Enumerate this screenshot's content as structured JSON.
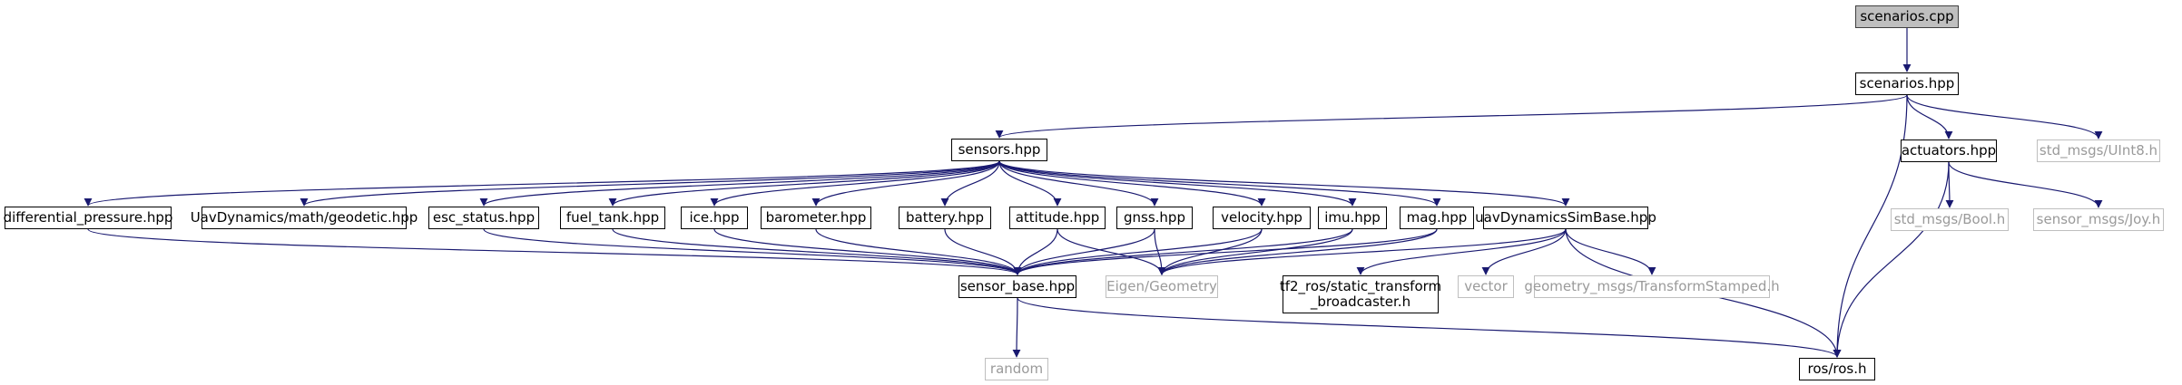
{
  "diagram": {
    "edge_color": "#191970",
    "nodes": [
      {
        "id": "scenarios_cpp",
        "label": "scenarios.cpp",
        "kind": "root"
      },
      {
        "id": "scenarios_hpp",
        "label": "scenarios.hpp",
        "kind": "file"
      },
      {
        "id": "sensors_hpp",
        "label": "sensors.hpp",
        "kind": "file"
      },
      {
        "id": "actuators_hpp",
        "label": "actuators.hpp",
        "kind": "file"
      },
      {
        "id": "std_msgs_uint8",
        "label": "std_msgs/UInt8.h",
        "kind": "external"
      },
      {
        "id": "std_msgs_bool",
        "label": "std_msgs/Bool.h",
        "kind": "external"
      },
      {
        "id": "sensor_msgs_joy",
        "label": "sensor_msgs/Joy.h",
        "kind": "external"
      },
      {
        "id": "differential_pressure",
        "label": "differential_pressure.hpp",
        "kind": "file"
      },
      {
        "id": "geodetic",
        "label": "UavDynamics/math/geodetic.hpp",
        "kind": "file"
      },
      {
        "id": "esc_status",
        "label": "esc_status.hpp",
        "kind": "file"
      },
      {
        "id": "fuel_tank",
        "label": "fuel_tank.hpp",
        "kind": "file"
      },
      {
        "id": "ice",
        "label": "ice.hpp",
        "kind": "file"
      },
      {
        "id": "barometer",
        "label": "barometer.hpp",
        "kind": "file"
      },
      {
        "id": "battery",
        "label": "battery.hpp",
        "kind": "file"
      },
      {
        "id": "attitude",
        "label": "attitude.hpp",
        "kind": "file"
      },
      {
        "id": "gnss",
        "label": "gnss.hpp",
        "kind": "file"
      },
      {
        "id": "velocity",
        "label": "velocity.hpp",
        "kind": "file"
      },
      {
        "id": "imu",
        "label": "imu.hpp",
        "kind": "file"
      },
      {
        "id": "mag",
        "label": "mag.hpp",
        "kind": "file"
      },
      {
        "id": "uav_sim_base",
        "label": "uavDynamicsSimBase.hpp",
        "kind": "file"
      },
      {
        "id": "sensor_base",
        "label": "sensor_base.hpp",
        "kind": "file"
      },
      {
        "id": "eigen_geometry",
        "label": "Eigen/Geometry",
        "kind": "external"
      },
      {
        "id": "tf2_broadcaster",
        "label": "tf2_ros/static_transform\n_broadcaster.h",
        "kind": "file"
      },
      {
        "id": "vector",
        "label": "vector",
        "kind": "external"
      },
      {
        "id": "geometry_msgs",
        "label": "geometry_msgs/TransformStamped.h",
        "kind": "external"
      },
      {
        "id": "random",
        "label": "random",
        "kind": "external"
      },
      {
        "id": "ros_h",
        "label": "ros/ros.h",
        "kind": "file"
      }
    ],
    "edges": [
      [
        "scenarios_cpp",
        "scenarios_hpp"
      ],
      [
        "scenarios_hpp",
        "sensors_hpp"
      ],
      [
        "scenarios_hpp",
        "actuators_hpp"
      ],
      [
        "scenarios_hpp",
        "std_msgs_uint8"
      ],
      [
        "scenarios_hpp",
        "ros_h"
      ],
      [
        "actuators_hpp",
        "std_msgs_bool"
      ],
      [
        "actuators_hpp",
        "sensor_msgs_joy"
      ],
      [
        "actuators_hpp",
        "ros_h"
      ],
      [
        "sensors_hpp",
        "differential_pressure"
      ],
      [
        "sensors_hpp",
        "geodetic"
      ],
      [
        "sensors_hpp",
        "esc_status"
      ],
      [
        "sensors_hpp",
        "fuel_tank"
      ],
      [
        "sensors_hpp",
        "ice"
      ],
      [
        "sensors_hpp",
        "barometer"
      ],
      [
        "sensors_hpp",
        "battery"
      ],
      [
        "sensors_hpp",
        "attitude"
      ],
      [
        "sensors_hpp",
        "gnss"
      ],
      [
        "sensors_hpp",
        "velocity"
      ],
      [
        "sensors_hpp",
        "imu"
      ],
      [
        "sensors_hpp",
        "mag"
      ],
      [
        "sensors_hpp",
        "uav_sim_base"
      ],
      [
        "differential_pressure",
        "sensor_base"
      ],
      [
        "esc_status",
        "sensor_base"
      ],
      [
        "fuel_tank",
        "sensor_base"
      ],
      [
        "ice",
        "sensor_base"
      ],
      [
        "barometer",
        "sensor_base"
      ],
      [
        "battery",
        "sensor_base"
      ],
      [
        "attitude",
        "sensor_base"
      ],
      [
        "attitude",
        "eigen_geometry"
      ],
      [
        "gnss",
        "sensor_base"
      ],
      [
        "gnss",
        "eigen_geometry"
      ],
      [
        "velocity",
        "sensor_base"
      ],
      [
        "velocity",
        "eigen_geometry"
      ],
      [
        "imu",
        "sensor_base"
      ],
      [
        "imu",
        "eigen_geometry"
      ],
      [
        "mag",
        "sensor_base"
      ],
      [
        "mag",
        "eigen_geometry"
      ],
      [
        "uav_sim_base",
        "eigen_geometry"
      ],
      [
        "uav_sim_base",
        "tf2_broadcaster"
      ],
      [
        "uav_sim_base",
        "vector"
      ],
      [
        "uav_sim_base",
        "geometry_msgs"
      ],
      [
        "uav_sim_base",
        "ros_h"
      ],
      [
        "sensor_base",
        "random"
      ],
      [
        "sensor_base",
        "ros_h"
      ]
    ]
  }
}
